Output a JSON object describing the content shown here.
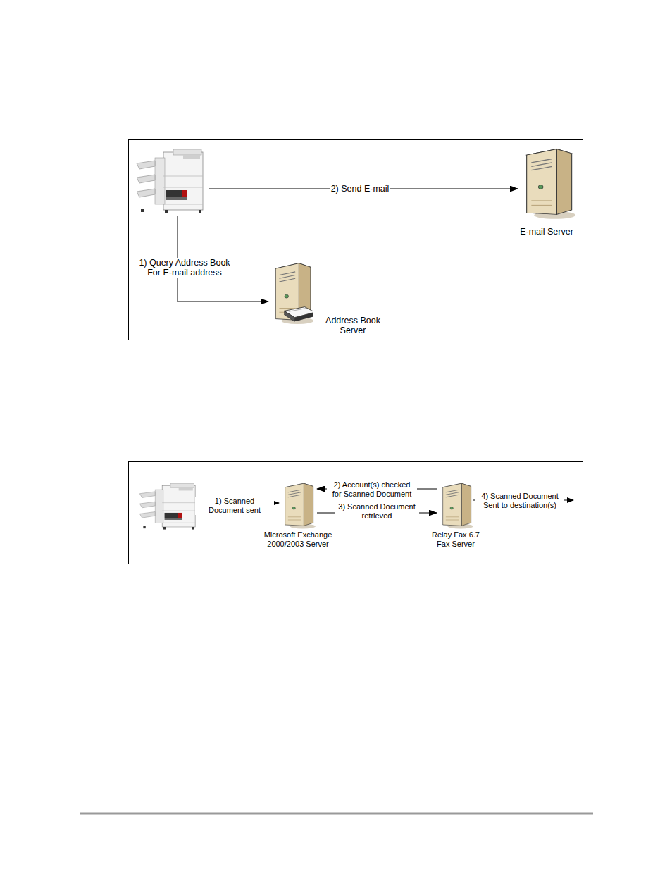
{
  "diagram": {
    "nodes": [
      {
        "text": []
      },
      {
        "text": [
          "E-mail Server"
        ]
      },
      {
        "text": [
          "Address Book Server"
        ]
      },
      {
        "text": []
      },
      {
        "text": [
          "Microsoft Exchange 2000/2003 Server"
        ]
      },
      {
        "text": [
          "Relay Fax 6.7 Fax Server"
        ]
      }
    ],
    "edges": [
      {
        "from": 0,
        "to": 1,
        "arrow": "to",
        "label": "2) Send E-mail"
      },
      {
        "from": 0,
        "to": 2,
        "arrow": "to",
        "label": "1) Query Address Book For E-mail address"
      },
      {
        "from": 3,
        "to": 4,
        "arrow": "to",
        "label": "1) Scanned Document sent"
      },
      {
        "from": 5,
        "to": 4,
        "arrow": "to",
        "label": "2) Account(s) checked for Scanned Document"
      },
      {
        "from": 4,
        "to": 5,
        "arrow": "to",
        "label": "3) Scanned Document retrieved"
      }
    ],
    "labels": [
      "4) Scanned Document Sent to destination(s)"
    ]
  }
}
